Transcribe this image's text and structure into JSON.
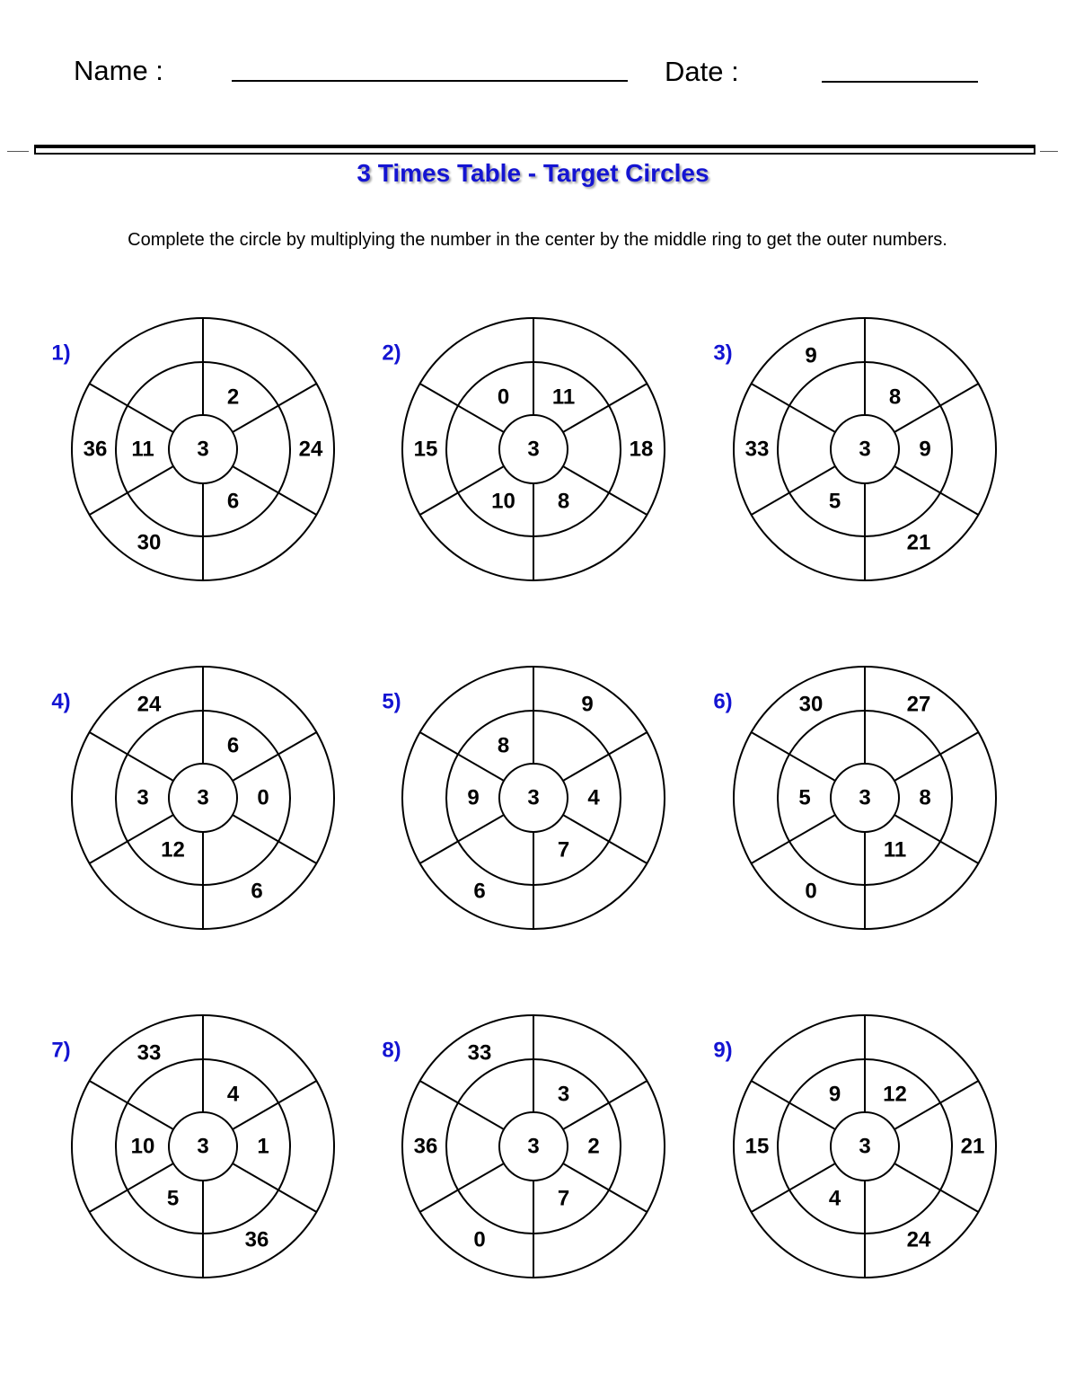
{
  "header": {
    "name_label": "Name :",
    "date_label": "Date :"
  },
  "title": "3 Times Table - Target Circles",
  "instructions": "Complete the circle by multiplying the number in the center by the middle ring to get the outer numbers.",
  "colors": {
    "title": "#1414d2",
    "number_label": "#1414d2",
    "ink": "#000000"
  },
  "problems": [
    {
      "label": "1)",
      "center": "3",
      "middle": [
        "2",
        "",
        "6",
        "",
        "11",
        ""
      ],
      "outer": [
        "",
        "24",
        "",
        "30",
        "36",
        ""
      ]
    },
    {
      "label": "2)",
      "center": "3",
      "middle": [
        "11",
        "",
        "8",
        "10",
        "",
        "0"
      ],
      "outer": [
        "",
        "18",
        "",
        "",
        "15",
        ""
      ]
    },
    {
      "label": "3)",
      "center": "3",
      "middle": [
        "8",
        "9",
        "",
        "5",
        "",
        ""
      ],
      "outer": [
        "",
        "",
        "21",
        "",
        "33",
        "9"
      ]
    },
    {
      "label": "4)",
      "center": "3",
      "middle": [
        "6",
        "0",
        "",
        "12",
        "3",
        ""
      ],
      "outer": [
        "",
        "",
        "6",
        "",
        "",
        "24"
      ]
    },
    {
      "label": "5)",
      "center": "3",
      "middle": [
        "",
        "4",
        "7",
        "",
        "9",
        "8"
      ],
      "outer": [
        "9",
        "",
        "",
        "6",
        "",
        ""
      ]
    },
    {
      "label": "6)",
      "center": "3",
      "middle": [
        "",
        "8",
        "11",
        "",
        "5",
        ""
      ],
      "outer": [
        "27",
        "",
        "",
        "0",
        "",
        "30"
      ]
    },
    {
      "label": "7)",
      "center": "3",
      "middle": [
        "4",
        "1",
        "",
        "5",
        "10",
        ""
      ],
      "outer": [
        "",
        "",
        "36",
        "",
        "",
        "33"
      ]
    },
    {
      "label": "8)",
      "center": "3",
      "middle": [
        "3",
        "2",
        "7",
        "",
        "",
        ""
      ],
      "outer": [
        "",
        "",
        "",
        "0",
        "36",
        "33"
      ]
    },
    {
      "label": "9)",
      "center": "3",
      "middle": [
        "12",
        "",
        "",
        "4",
        "",
        "9"
      ],
      "outer": [
        "",
        "21",
        "24",
        "",
        "15",
        ""
      ]
    }
  ]
}
